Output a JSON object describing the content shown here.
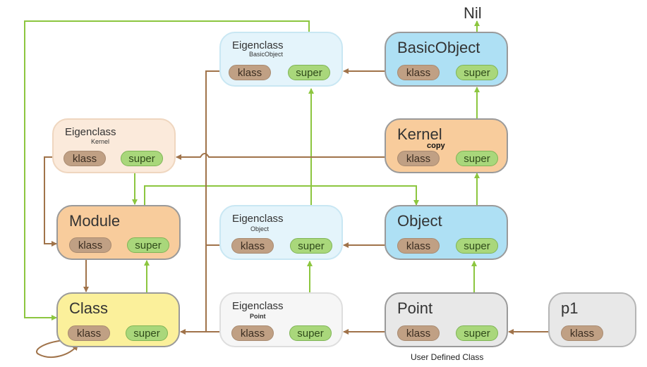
{
  "nil_label": "Nil",
  "caption": "User Defined Class",
  "slot_labels": {
    "klass": "klass",
    "super": "super"
  },
  "nodes": {
    "eigen_basicobject": {
      "title": "Eigenclass",
      "subtitle": "BasicObject"
    },
    "basicobject": {
      "title": "BasicObject"
    },
    "eigen_kernel": {
      "title": "Eigenclass",
      "subtitle": "Kernel"
    },
    "kernel": {
      "title": "Kernel",
      "subtitle": "copy"
    },
    "module": {
      "title": "Module"
    },
    "eigen_object": {
      "title": "Eigenclass",
      "subtitle": "Object"
    },
    "object": {
      "title": "Object"
    },
    "class": {
      "title": "Class"
    },
    "eigen_point": {
      "title": "Eigenclass",
      "subtitle": "Point"
    },
    "point": {
      "title": "Point"
    },
    "p1": {
      "title": "p1"
    }
  },
  "colors": {
    "klass_arrow": "#a0734a",
    "super_arrow": "#8cc63f",
    "blue_box": "#aee0f4",
    "light_blue_box": "#e4f4fb",
    "orange_box": "#f8cc9c",
    "light_orange_box": "#fbeadb",
    "yellow_box": "#fbf09b",
    "grey_box": "#e8e8e8",
    "light_grey_box": "#f6f6f6"
  }
}
